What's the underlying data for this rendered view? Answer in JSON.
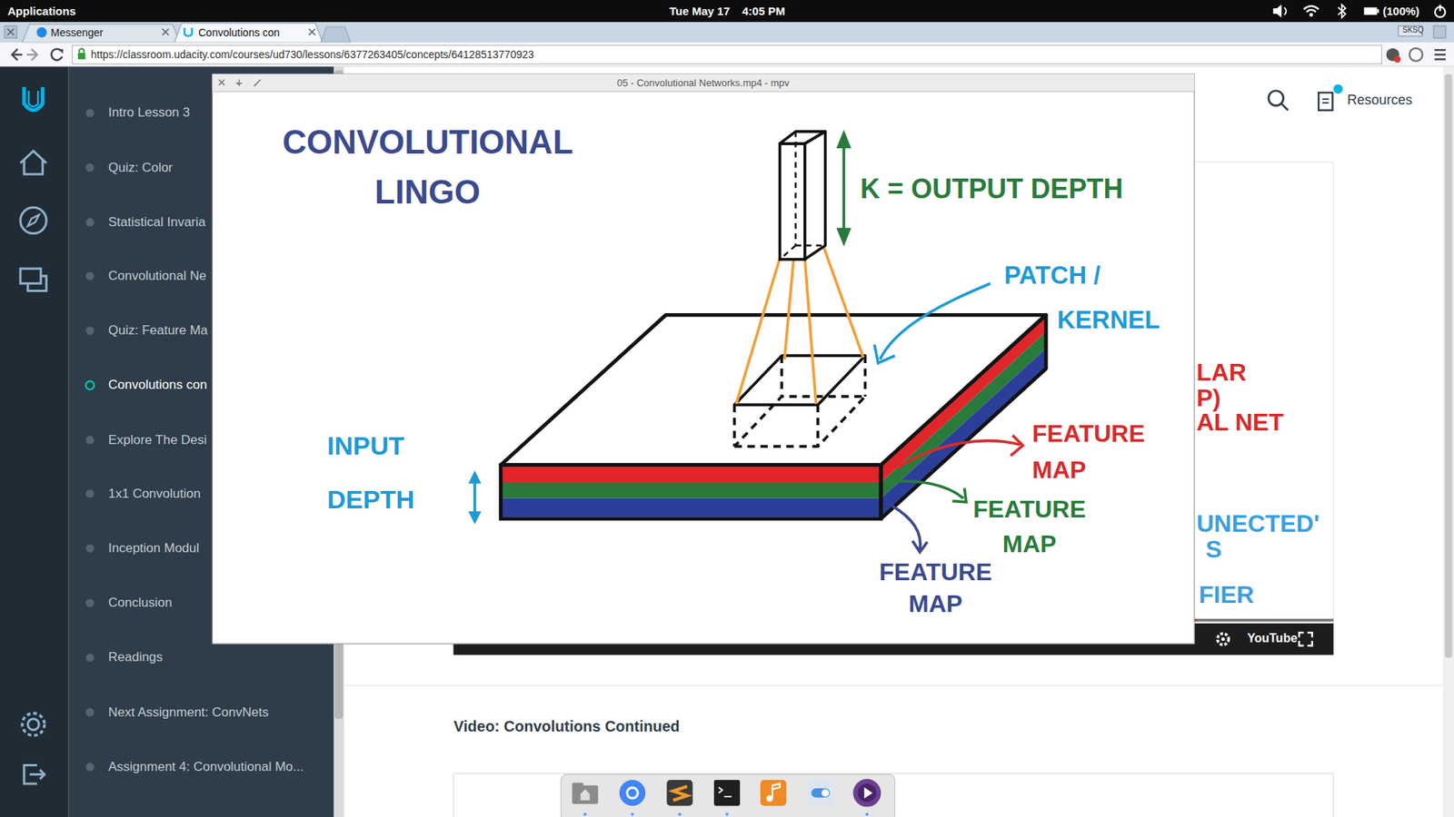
{
  "diagram": {
    "nodes": [
      {
        "text": [
          "Messenger"
        ]
      },
      {
        "text": [
          "Convolutions con"
        ]
      },
      {
        "text": [
          "https://classroom.udacity.com/courses/ud730/lessons/6377263405/concepts/64128513770923"
        ]
      },
      {
        "text": [
          "05 - Convolutional Networks.mp4 - mpv"
        ]
      },
      {
        "text": [
          "Resources"
        ]
      }
    ],
    "labels": [
      "Applications",
      "Tue May 17",
      "4:05 PM",
      "(100%)",
      "SKSQ",
      "Intro Lesson 3",
      "Quiz: Color",
      "Statistical Invaria",
      "Convolutional Ne",
      "Quiz: Feature Ma",
      "Convolutions con",
      "Explore The Desi",
      "1x1 Convolution",
      "Inception Modul",
      "Conclusion",
      "Readings",
      "Next Assignment: ConvNets",
      "Assignment 4: Convolutional Mo...",
      "CONVOLUTIONAL LINGO",
      "K = OUTPUT DEPTH",
      "PATCH / KERNEL",
      "INPUT DEPTH",
      "FEATURE MAP",
      "FEATURE MAP",
      "FEATURE MAP",
      "LAR",
      "P)",
      "AL NET",
      "UNECTED'",
      "S",
      "FIER",
      "YouTube",
      "Video: Convolutions Continued"
    ]
  }
}
